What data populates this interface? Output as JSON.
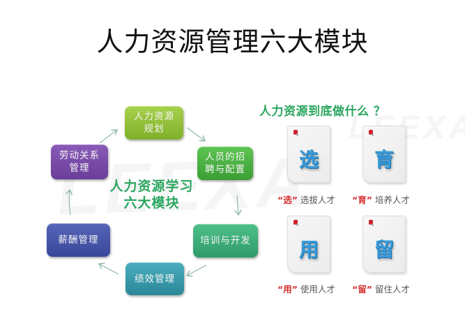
{
  "title": "人力资源管理六大模块",
  "watermark": "LEEXA",
  "diagram": {
    "center_label_line1": "人力资源学习",
    "center_label_line2": "六大模块",
    "modules": [
      {
        "line1": "人力资源",
        "line2": "规划",
        "color_top": "#a8d14d",
        "color_bottom": "#7fb02a"
      },
      {
        "line1": "人员的招",
        "line2": "聘与配置",
        "color_top": "#5ec452",
        "color_bottom": "#3a9e35"
      },
      {
        "line1": "培训与开发",
        "line2": "",
        "color_top": "#4fc08a",
        "color_bottom": "#2f9a68"
      },
      {
        "line1": "绩效管理",
        "line2": "",
        "color_top": "#4aaebe",
        "color_bottom": "#2b8797"
      },
      {
        "line1": "薪酬管理",
        "line2": "",
        "color_top": "#5565b8",
        "color_bottom": "#39479a"
      },
      {
        "line1": "劳动关系",
        "line2": "管理",
        "color_top": "#8a5bb8",
        "color_bottom": "#6b3e9a"
      }
    ],
    "arrow_color": "#8fb8a8"
  },
  "right_panel": {
    "title": "人力资源到底做什么 ？",
    "cards": [
      {
        "char": "选",
        "quote": "“选”",
        "caption": "选拔人才"
      },
      {
        "char": "育",
        "quote": "“育”",
        "caption": "培养人才"
      },
      {
        "char": "用",
        "quote": "“用”",
        "caption": "使用人才"
      },
      {
        "char": "留",
        "quote": "“留”",
        "caption": "留住人才"
      }
    ]
  }
}
